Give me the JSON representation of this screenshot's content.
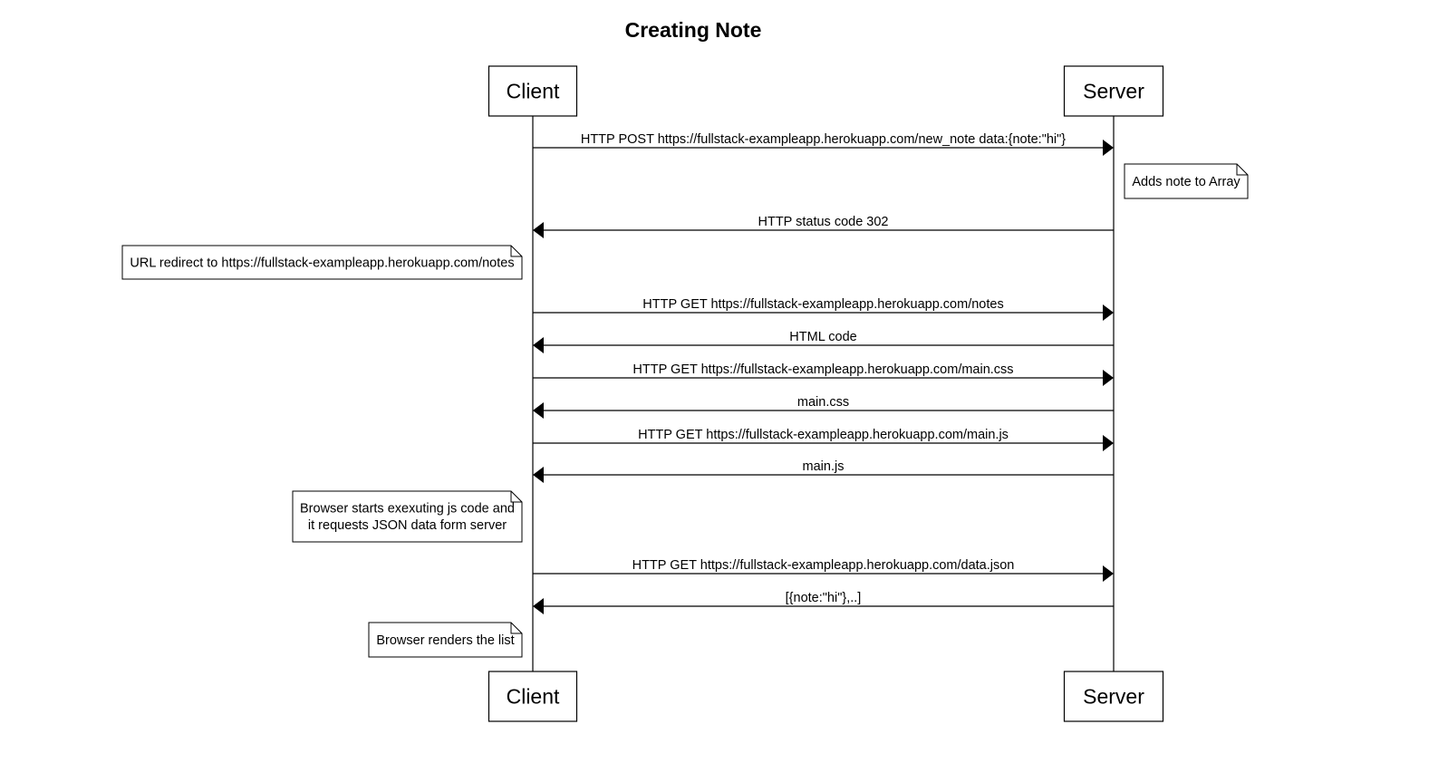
{
  "diagram": {
    "title": "Creating Note",
    "participants": [
      {
        "id": "client",
        "label": "Client"
      },
      {
        "id": "server",
        "label": "Server"
      }
    ],
    "events": [
      {
        "kind": "message",
        "from": "client",
        "to": "server",
        "label": "HTTP POST  https://fullstack-exampleapp.herokuapp.com/new_note   data:{note:\"hi\"}"
      },
      {
        "kind": "note",
        "side": "right",
        "of": "server",
        "lines": [
          "Adds note to Array"
        ]
      },
      {
        "kind": "message",
        "from": "server",
        "to": "client",
        "label": "HTTP status code 302"
      },
      {
        "kind": "note",
        "side": "left",
        "of": "client",
        "lines": [
          "URL redirect to https://fullstack-exampleapp.herokuapp.com/notes"
        ]
      },
      {
        "kind": "message",
        "from": "client",
        "to": "server",
        "label": "HTTP GET https://fullstack-exampleapp.herokuapp.com/notes"
      },
      {
        "kind": "message",
        "from": "server",
        "to": "client",
        "label": "HTML code"
      },
      {
        "kind": "message",
        "from": "client",
        "to": "server",
        "label": "HTTP GET https://fullstack-exampleapp.herokuapp.com/main.css"
      },
      {
        "kind": "message",
        "from": "server",
        "to": "client",
        "label": "main.css"
      },
      {
        "kind": "message",
        "from": "client",
        "to": "server",
        "label": "HTTP GET https://fullstack-exampleapp.herokuapp.com/main.js"
      },
      {
        "kind": "message",
        "from": "server",
        "to": "client",
        "label": "main.js"
      },
      {
        "kind": "note",
        "side": "left",
        "of": "client",
        "lines": [
          "Browser starts exexuting js code and",
          "it requests JSON data form server"
        ]
      },
      {
        "kind": "message",
        "from": "client",
        "to": "server",
        "label": "HTTP GET https://fullstack-exampleapp.herokuapp.com/data.json"
      },
      {
        "kind": "message",
        "from": "server",
        "to": "client",
        "label": "[{note:\"hi\"},..]"
      },
      {
        "kind": "note",
        "side": "left",
        "of": "client",
        "lines": [
          "Browser renders the list"
        ]
      }
    ]
  }
}
